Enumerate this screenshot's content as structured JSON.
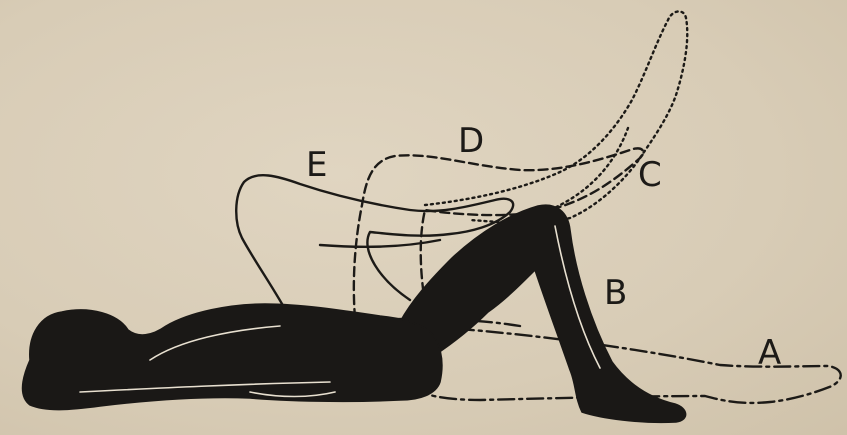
{
  "figure": {
    "labels": {
      "a": "A",
      "b": "B",
      "c": "C",
      "d": "D",
      "e": "E"
    },
    "colors": {
      "paper": "#d9cdb8",
      "ink": "#1a1816"
    }
  }
}
